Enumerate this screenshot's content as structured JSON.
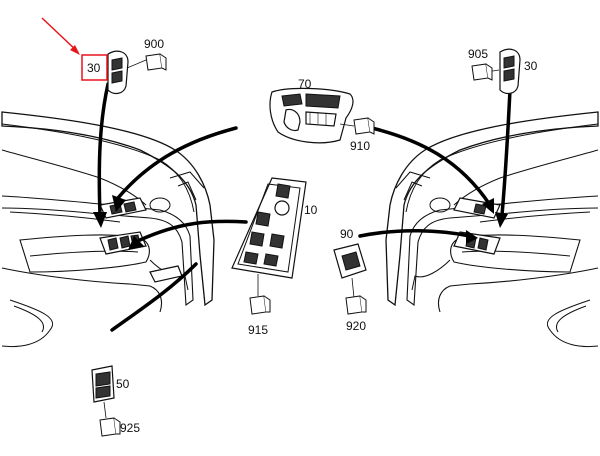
{
  "callouts": {
    "c30_left": "30",
    "c900": "900",
    "c905": "905",
    "c30_right": "30",
    "c70": "70",
    "c910": "910",
    "c10": "10",
    "c90": "90",
    "c915": "915",
    "c920": "920",
    "c50": "50",
    "c925": "925"
  },
  "colors": {
    "highlight": "#e8141c",
    "ink": "#111111"
  }
}
